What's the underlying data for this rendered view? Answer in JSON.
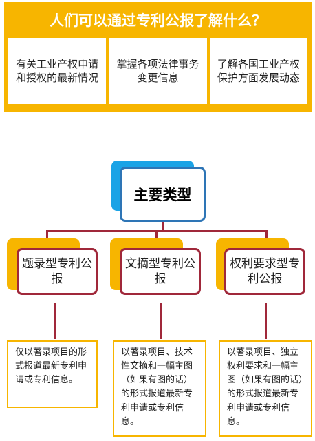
{
  "header": {
    "title": "人们可以通过专利公报了解什么？",
    "items": [
      "有关工业产权申请和授权的最新情况",
      "掌握各项法律事务变更信息",
      "了解各国工业产权保护方面发展动态"
    ]
  },
  "main": {
    "label": "主要类型"
  },
  "types": [
    {
      "label": "题录型专利公报",
      "description": "仅以著录项目的形式报道最新专利申请或专利信息。"
    },
    {
      "label": "文摘型专利公报",
      "description": "以著录项目、技术性文摘和一幅主图（如果有图的话）的形式报道最新专利申请或专利信息。"
    },
    {
      "label": "权利要求型专利公报",
      "description": "以著录项目、独立权利要求和一幅主图（如果有图的话）的形式报道最新专利申请或专利信息。"
    }
  ],
  "colors": {
    "accent_orange": "#f7b500",
    "accent_blue": "#1aa3e6",
    "main_border": "#2e75b6",
    "connector_red": "#a0283a"
  }
}
